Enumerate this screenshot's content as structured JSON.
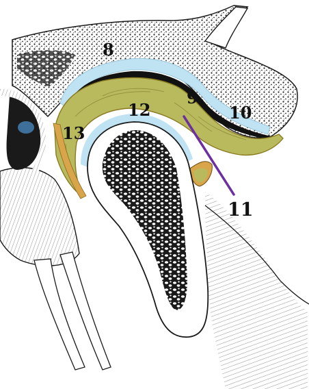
{
  "labels": {
    "l8": "8",
    "l9": "9",
    "l10": "10",
    "l11": "11",
    "l12": "12",
    "l13": "13"
  },
  "colors": {
    "disc": "#b9ba5e",
    "disc_edge": "#8a7a20",
    "cartilage": "#bfe3f2",
    "bone_line": "#1a1a1a",
    "pointer": "#6b2fa0",
    "eye_blue": "#3d6f9a"
  }
}
